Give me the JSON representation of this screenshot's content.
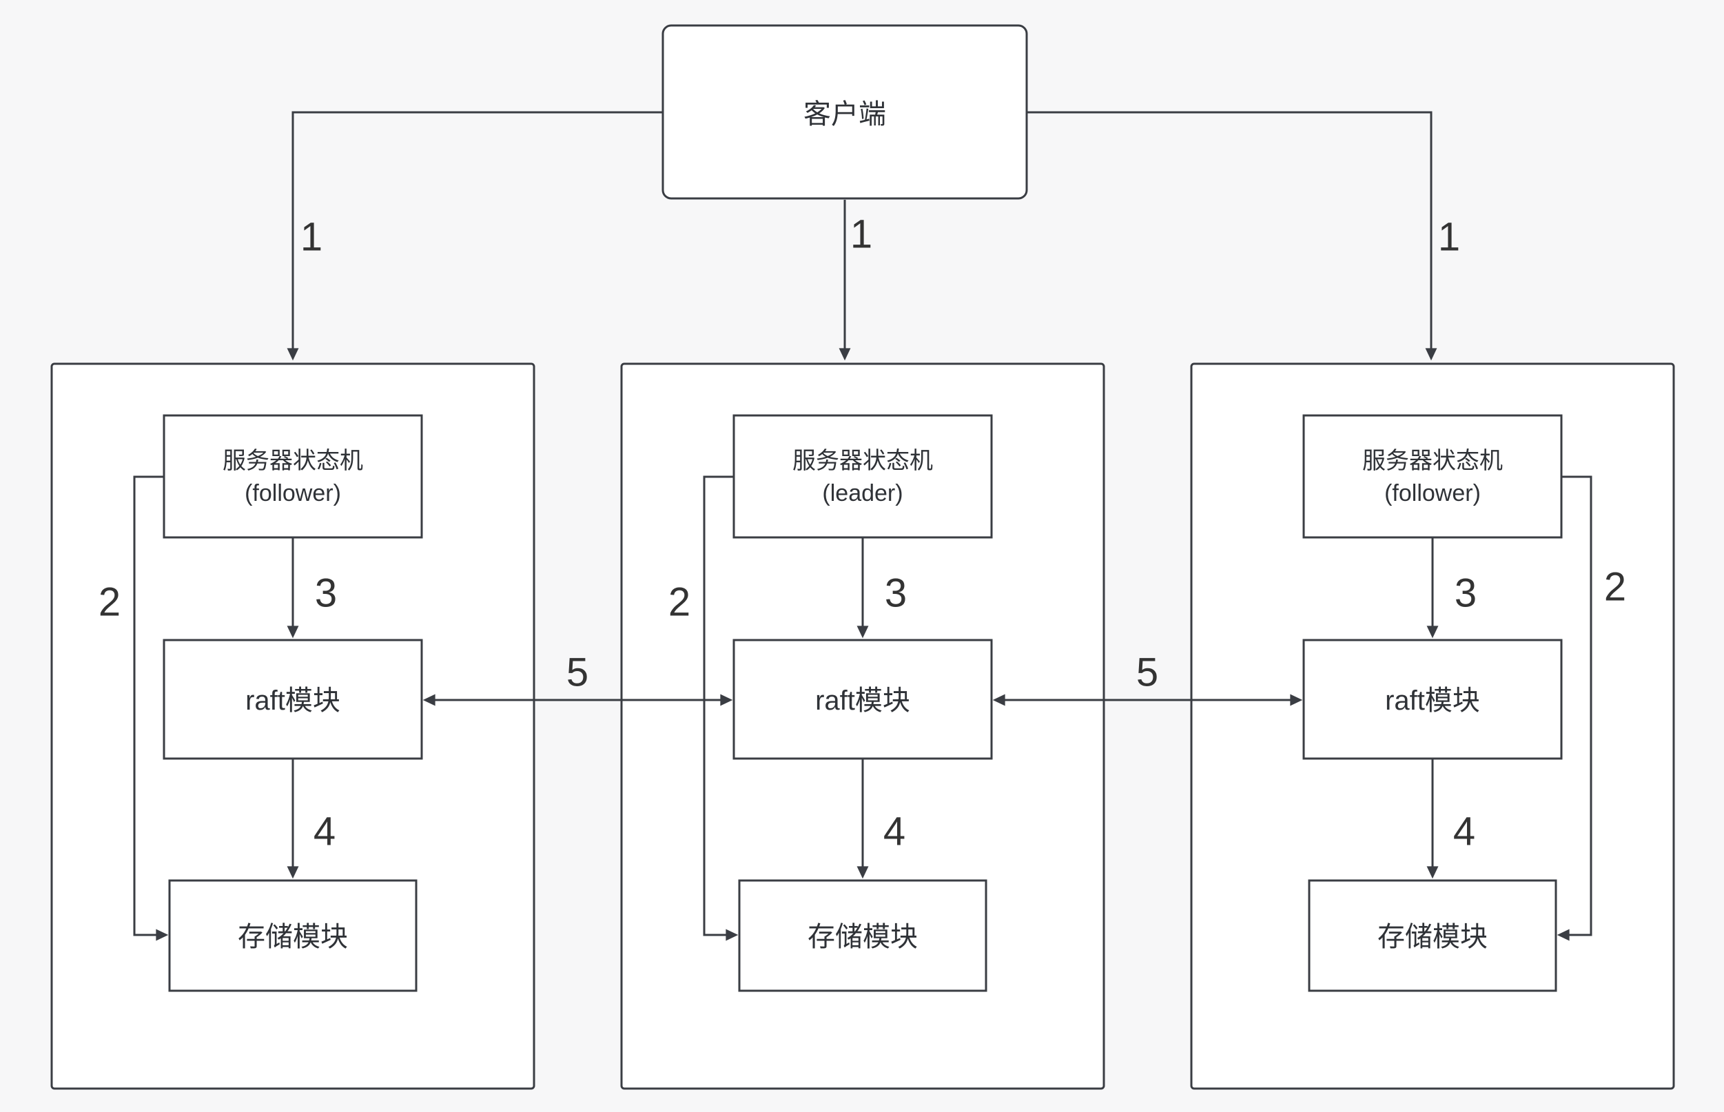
{
  "canvas": {
    "background": "#f7f7f8",
    "stroke_color": "#3a3d43",
    "box_fill": "#ffffff",
    "text_color": "#2f3237",
    "step_label_color": "#333333"
  },
  "client": {
    "label": "客户端"
  },
  "servers": [
    {
      "position": "left",
      "state_machine_title": "服务器状态机",
      "state_machine_role": "(follower)",
      "raft_label": "raft模块",
      "storage_label": "存储模块"
    },
    {
      "position": "middle",
      "state_machine_title": "服务器状态机",
      "state_machine_role": "(leader)",
      "raft_label": "raft模块",
      "storage_label": "存储模块"
    },
    {
      "position": "right",
      "state_machine_title": "服务器状态机",
      "state_machine_role": "(follower)",
      "raft_label": "raft模块",
      "storage_label": "存储模块"
    }
  ],
  "step_labels": {
    "client_request": "1",
    "state_to_storage": "2",
    "state_to_raft": "3",
    "raft_to_storage": "4",
    "raft_peer_sync": "5"
  }
}
